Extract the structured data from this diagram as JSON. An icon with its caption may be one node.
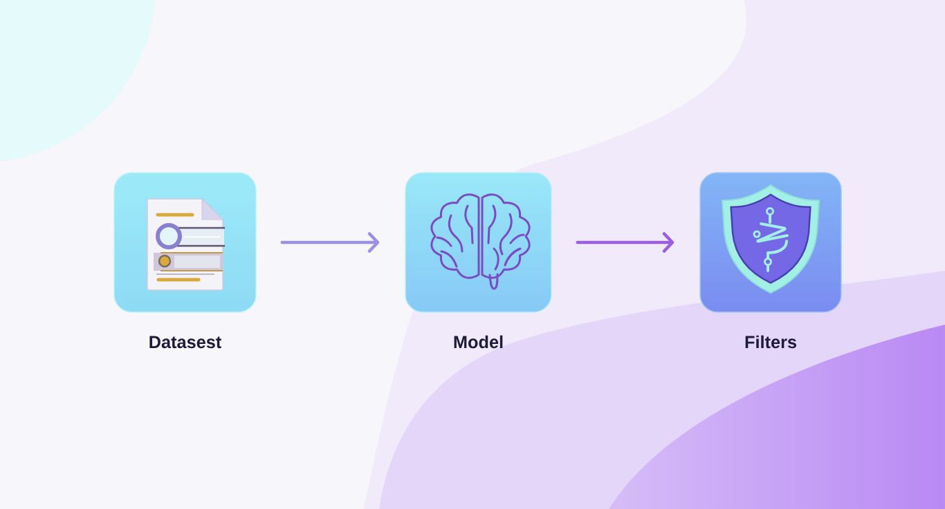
{
  "diagram": {
    "nodes": [
      {
        "text": [
          "Datasest"
        ]
      },
      {
        "text": [
          "Model"
        ]
      },
      {
        "text": [
          "Filters"
        ]
      }
    ],
    "edges": [
      {
        "from": 0,
        "to": 1,
        "arrow": "to",
        "color": "#9b91e2"
      },
      {
        "from": 1,
        "to": 2,
        "arrow": "to",
        "color": "#9b5ee2"
      }
    ]
  }
}
